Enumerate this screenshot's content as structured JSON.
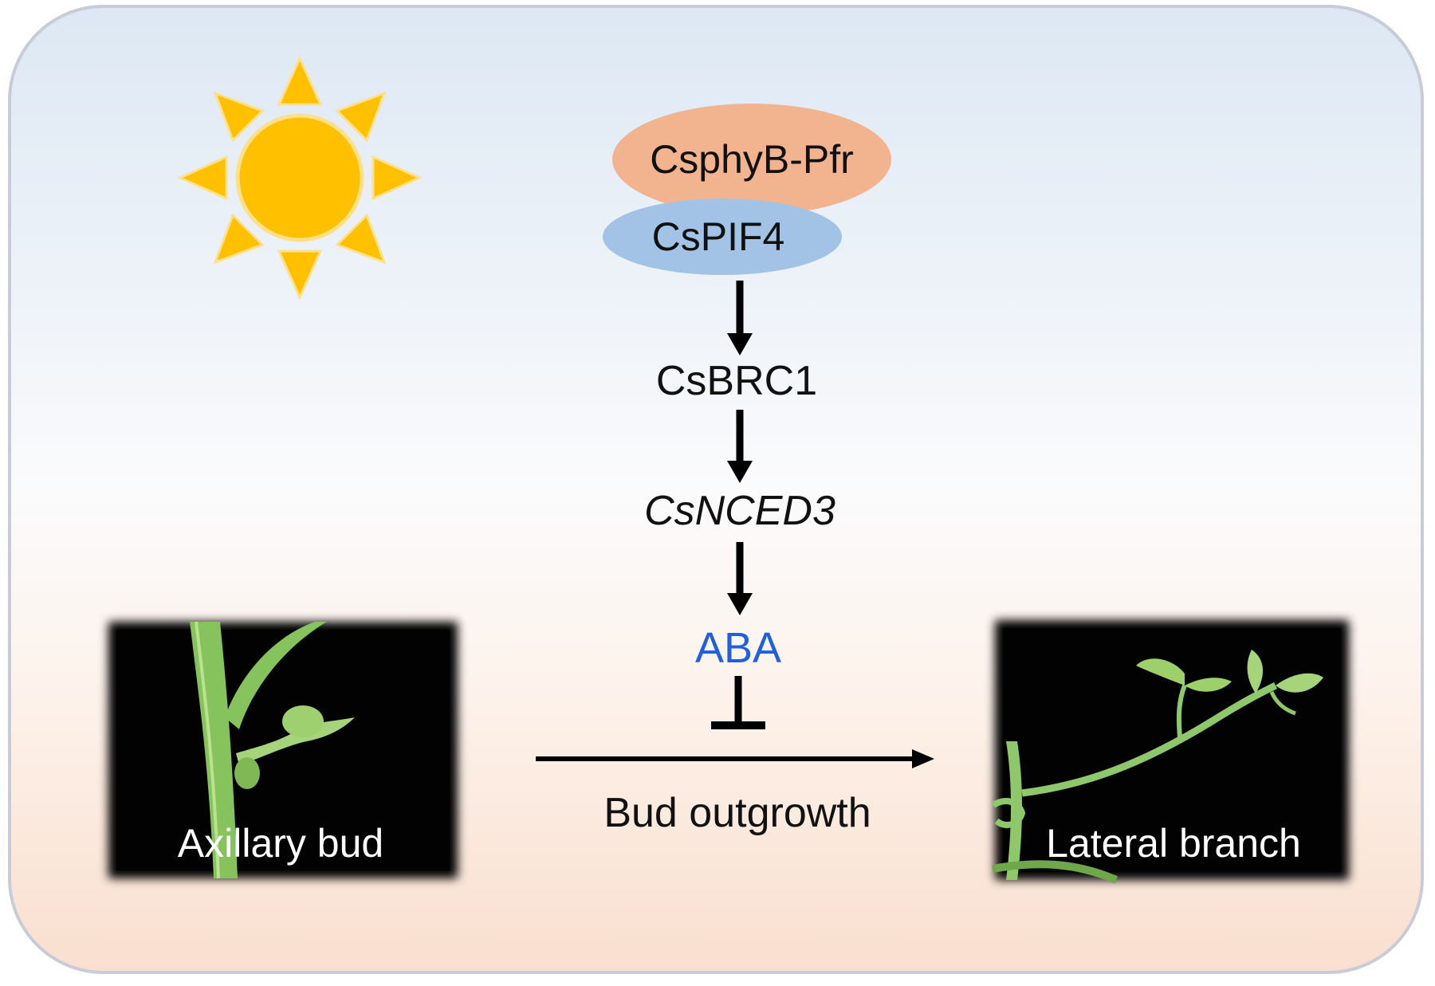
{
  "nodes": {
    "phyb": "CsphyB-Pfr",
    "pif4": "CsPIF4",
    "brc1": "CsBRC1",
    "nced3": "CsNCED3",
    "aba": "ABA"
  },
  "process": "Bud outgrowth",
  "photos": {
    "left_caption": "Axillary bud",
    "right_caption": "Lateral branch"
  },
  "colors": {
    "phyb_fill": "#f2b48e",
    "pif4_fill": "#a2c3e6",
    "aba_text": "#1f5fe0",
    "sun": "#ffc000",
    "sun_rays": "#ffc000",
    "photo_bg": "#000000",
    "stem": "#8fc86a"
  },
  "icons": [
    "sun-icon",
    "activation-arrow",
    "inhibition-bar"
  ]
}
